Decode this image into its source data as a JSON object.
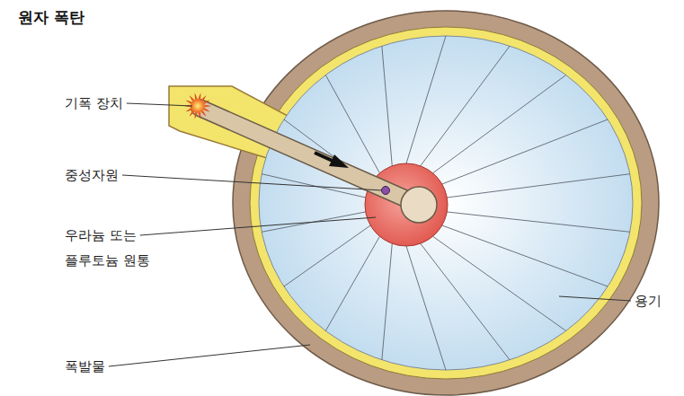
{
  "diagram": {
    "title": "원자 폭탄",
    "labels": [
      "기폭 장치",
      "중성자원",
      "우라늄 또는 플루토늄 원통",
      "폭발물",
      "용기"
    ]
  }
}
